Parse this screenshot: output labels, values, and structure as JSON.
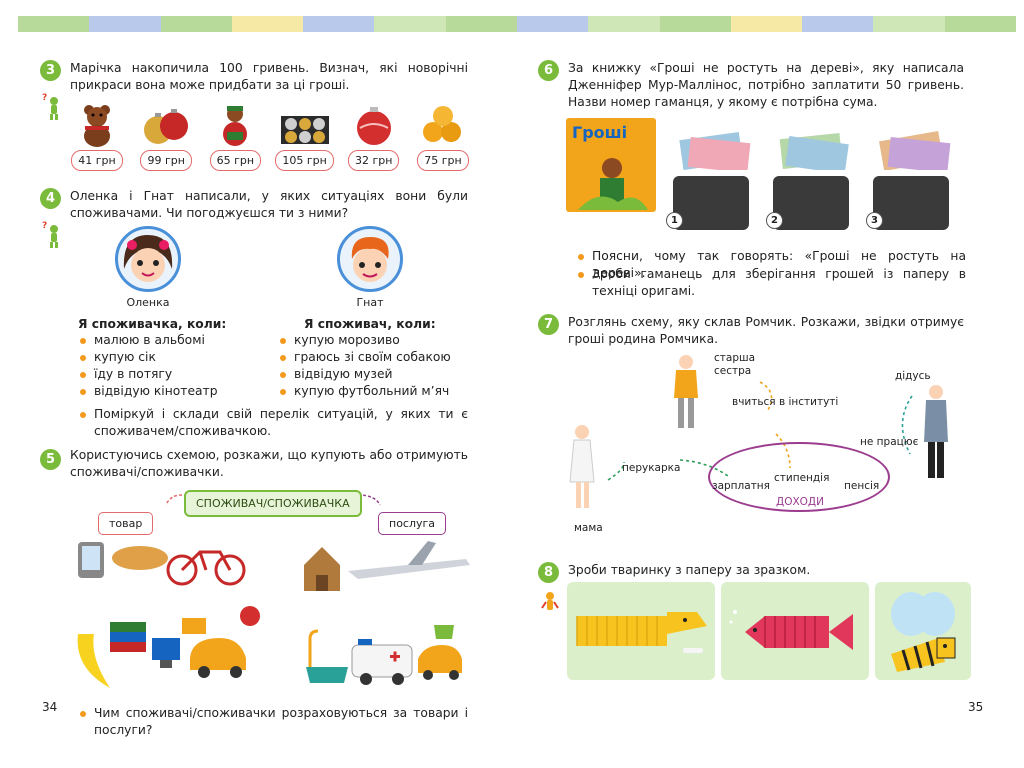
{
  "stripe_colors": [
    "#b7d99a",
    "#b8c9ec",
    "#b7d99a",
    "#f6e9a6",
    "#b8c9ec",
    "#cfe6b6",
    "#b7d99a",
    "#b8c9ec",
    "#cfe6b6",
    "#b7d99a",
    "#f6e9a6",
    "#b8c9ec",
    "#cfe6b6",
    "#b7d99a"
  ],
  "accent_green": "#7bbb3b",
  "bullet_orange": "#f39a1e",
  "tag_red": "#e46b6b",
  "left_page": {
    "page_number": "34",
    "task3": {
      "number": "3",
      "text": "Марічка накопичила 100 гривень. Визнач, які новорічні прикраси вона може придбати за ці гроші.",
      "prices": [
        "41 грн",
        "99 грн",
        "65 грн",
        "105 грн",
        "32 грн",
        "75 грн"
      ]
    },
    "task4": {
      "number": "4",
      "text": "Оленка і Гнат написали, у яких ситуаціях вони були споживачами. Чи погоджуєшся ти з ними?",
      "girl_name": "Оленка",
      "boy_name": "Гнат",
      "girl_title": "Я споживачка, коли:",
      "boy_title": "Я споживач, коли:",
      "girl_items": [
        "малюю в альбомі",
        "купую сік",
        "їду в потягу",
        "відвідую кінотеатр"
      ],
      "boy_items": [
        "купую морозиво",
        "граюсь зі своїм собакою",
        "відвідую музей",
        "купую футбольний м’яч"
      ],
      "note": "Поміркуй і склади свій перелік ситуацій, у яких ти є споживачем/споживачкою."
    },
    "task5": {
      "number": "5",
      "text": "Користуючись схемою, розкажи, що купують або отримують споживачі/споживачки.",
      "center_box": "СПОЖИВАЧ/СПОЖИВАЧКА",
      "left_box": "товар",
      "right_box": "послуга",
      "note": "Чим споживачі/споживачки розраховуються за товари і послуги?"
    }
  },
  "right_page": {
    "page_number": "35",
    "task6": {
      "number": "6",
      "text": "За книжку «Гроші не ростуть на дереві», яку написала Дженніфер Мур-Маллінос, потрібно заплатити 50 гривень. Назви номер гаманця, у якому є потрібна сума.",
      "book_title": "Гроші",
      "wallet_numbers": [
        "1",
        "2",
        "3"
      ],
      "notes": [
        "Поясни, чому так говорять: «Гроші не ростуть на дереві».",
        "Зроби гаманець для зберігання грошей із паперу в техніці оригамі."
      ]
    },
    "task7": {
      "number": "7",
      "text": "Розглянь схему, яку склав Ромчик. Розкажи, звідки отримує гроші родина Ромчика.",
      "labels": {
        "sister": "старша\nсестра",
        "study": "вчиться в інституті",
        "grandpa": "дідусь",
        "not_working": "не працює",
        "hairdresser": "перукарка",
        "mom": "мама",
        "salary": "зарплатня",
        "stipend": "стипендія",
        "pension": "пенсія",
        "income": "ДОХОДИ"
      }
    },
    "task8": {
      "number": "8",
      "text": "Зроби тваринку з паперу за зразком."
    }
  }
}
